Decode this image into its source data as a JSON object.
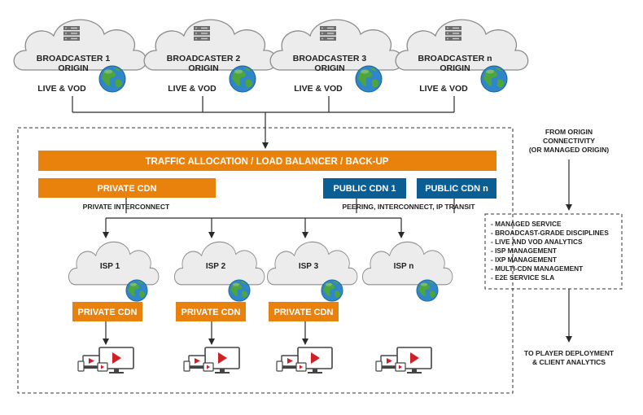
{
  "colors": {
    "orange": "#E8820C",
    "blue": "#0A5E94",
    "line": "#2a2a2a",
    "cloud_fill": "#ececec",
    "cloud_stroke": "#8c8c8c",
    "play_red": "#d11f26"
  },
  "broadcasters": [
    {
      "line1": "BROADCASTER 1",
      "line2": "ORIGIN",
      "sub": "LIVE & VOD"
    },
    {
      "line1": "BROADCASTER 2",
      "line2": "ORIGIN",
      "sub": "LIVE & VOD"
    },
    {
      "line1": "BROADCASTER 3",
      "line2": "ORIGIN",
      "sub": "LIVE & VOD"
    },
    {
      "line1": "BROADCASTER n",
      "line2": "ORIGIN",
      "sub": "LIVE & VOD"
    }
  ],
  "traffic_bar": "TRAFFIC ALLOCATION / LOAD BALANCER / BACK-UP",
  "private_cdn_top": "PRIVATE CDN",
  "private_interconnect": "PRIVATE INTERCONNECT",
  "public_cdn_1": "PUBLIC CDN 1",
  "public_cdn_n": "PUBLIC CDN n",
  "peering": "PEERING, INTERCONNECT, IP TRANSIT",
  "isps": [
    {
      "label": "ISP 1",
      "cdn": "PRIVATE CDN"
    },
    {
      "label": "ISP 2",
      "cdn": "PRIVATE CDN"
    },
    {
      "label": "ISP 3",
      "cdn": "PRIVATE CDN"
    },
    {
      "label": "ISP n",
      "cdn": ""
    }
  ],
  "side": {
    "from_origin": [
      "FROM ORIGIN",
      "CONNECTIVITY",
      "(OR MANAGED ORIGIN)"
    ],
    "services": [
      "- MANAGED SERVICE",
      "- BROADCAST-GRADE DISCIPLINES",
      "- LIVE AND VOD ANALYTICS",
      "- ISP MANAGEMENT",
      "- IXP MANAGEMENT",
      "- MULTI-CDN MANAGEMENT",
      "- E2E SERVICE SLA"
    ],
    "to_player": [
      "TO PLAYER DEPLOYMENT",
      "& CLIENT ANALYTICS"
    ]
  }
}
